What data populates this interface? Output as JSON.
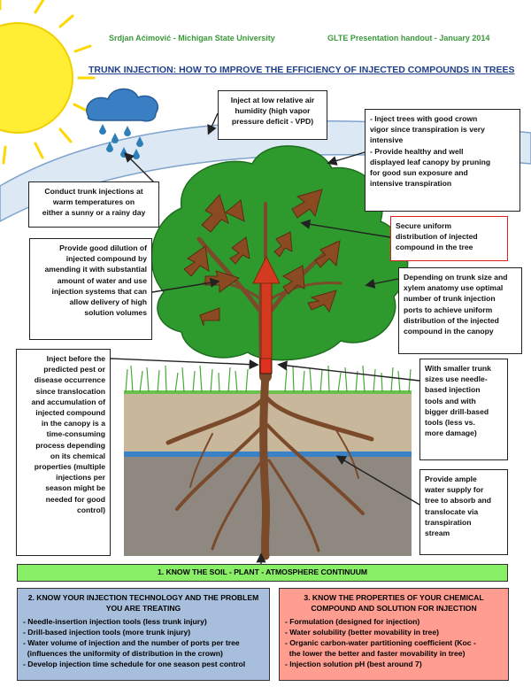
{
  "header": {
    "author": "Srdjan Aćimović - Michigan State University",
    "event": "GLTE Presentation handout - January 2014"
  },
  "title": "TRUNK INJECTION: HOW TO IMPROVE THE EFFICIENCY OF INJECTED COMPOUNDS IN TREES",
  "boxes": {
    "humidity": [
      "Inject at low relative air",
      "humidity (high vapor",
      "pressure deficit - VPD)"
    ],
    "vigor": [
      "- Inject trees with good crown",
      "vigor since transpiration is very",
      "intensive",
      "- Provide healthy and well",
      "displayed leaf canopy by pruning",
      "for good sun exposure and",
      "intensive transpiration"
    ],
    "temperature": [
      "Conduct trunk injections at",
      "warm temperatures on",
      "either a sunny or a rainy day"
    ],
    "uniform": [
      "Secure uniform",
      "distribution of injected",
      "compound in the tree"
    ],
    "dilution": [
      "Provide good dilution of",
      "injected compound by",
      "amending it with substantial",
      "amount of water and use",
      "injection systems that can",
      "allow delivery of high",
      "solution volumes"
    ],
    "ports": [
      "Depending on trunk size and",
      "xylem anatomy use optimal",
      "number of trunk injection",
      "ports to achieve uniform",
      "distribution of the injected",
      "compound in the canopy"
    ],
    "timing": [
      "Inject before the",
      "predicted pest or",
      "disease occurrence",
      "since translocation",
      "and accumulation of",
      "injected compound",
      "in the canopy is a",
      "time-consuming",
      "process depending",
      "on its chemical",
      "properties (multiple",
      "injections per",
      "season might be",
      "needed for good",
      "control)"
    ],
    "tools": [
      "With smaller trunk",
      "sizes use needle-",
      "based injection",
      "tools and with",
      "bigger drill-based",
      "tools (less vs.",
      "more damage)"
    ],
    "water": [
      "Provide ample",
      "water supply for",
      "tree to absorb and",
      "translocate via",
      "transpiration",
      "stream"
    ]
  },
  "sections": {
    "continuum": "1. KNOW THE SOIL - PLANT - ATMOSPHERE CONTINUUM",
    "technology": {
      "heading": [
        "2. KNOW YOUR INJECTION TECHNOLOGY AND THE PROBLEM",
        "YOU ARE TREATING"
      ],
      "items": [
        "- Needle-insertion injection tools (less trunk injury)",
        "- Drill-based injection tools (more trunk injury)",
        "- Water volume of injection and the number of ports per tree",
        "  (influences the uniformity of distribution in the crown)",
        "- Develop injection time schedule for one season pest control"
      ]
    },
    "chemical": {
      "heading": [
        "3. KNOW THE PROPERTIES OF YOUR CHEMICAL",
        "COMPOUND AND SOLUTION FOR INJECTION"
      ],
      "items": [
        "- Formulation (designed for injection)",
        "- Water solubility (better movability in tree)",
        "- Organic carbon-water partitioning coefficient (Koc -",
        "  the lower the better and faster movability in tree)",
        "- Injection solution pH (best around 7)"
      ]
    }
  },
  "colors": {
    "sun": "#ffee33",
    "sky_band": "#dce8f4",
    "cloud": "#3a7fc4",
    "canopy": "#2e9a2e",
    "arrow": "#8a4a22",
    "soil_top": "#c9b79c",
    "soil_bottom": "#8e8880",
    "water_line": "#3a82c8",
    "continuum_bg": "#88ee66",
    "technology_bg": "#a7bfdc",
    "chemical_bg": "#ff9d90"
  }
}
